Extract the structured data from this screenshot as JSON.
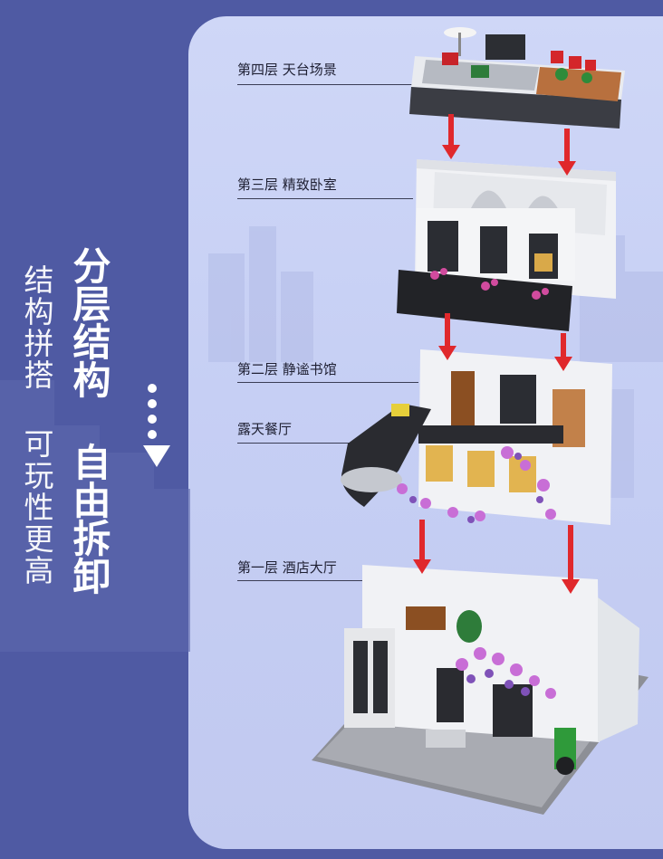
{
  "side_text": {
    "subtitle": "结构拼搭 可玩性更高",
    "headline": "分层结构 自由拆卸"
  },
  "labels": {
    "floor4": "第四层 天台场景",
    "floor3": "第三层 精致卧室",
    "floor2": "第二层 静谧书馆",
    "terrace": "露天餐厅",
    "floor1": "第一层 酒店大厅"
  },
  "colors": {
    "background": "#4f5aa3",
    "panel": "#c6cff4",
    "arrow": "#e0282c",
    "text_dark": "#1f2033",
    "text_light": "#ffffff"
  },
  "icons": {
    "scroll_indicator": "dotted-down-arrow-icon",
    "connector": "red-down-arrow-icon"
  }
}
